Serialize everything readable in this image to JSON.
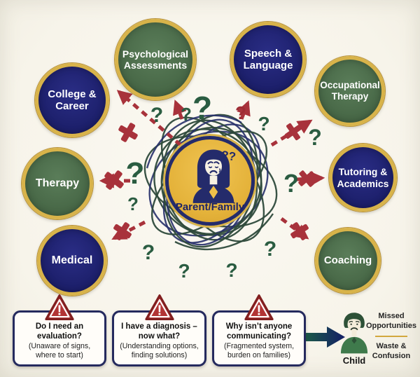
{
  "palette": {
    "background": "#f7f4ea",
    "navy_circle": "#1c1f6a",
    "green_circle": "#476746",
    "gold_ring": "#d8b34a",
    "center_gold": "#e4b23a",
    "arrow_red": "#a8323b",
    "question_green": "#2a5c41",
    "question_red": "#9e2b33",
    "box_border_navy": "#252a5e",
    "warning_red": "#b23434",
    "flow_arrow_teal": "#1c5a49",
    "flow_arrow_navy": "#131e66"
  },
  "circles": [
    {
      "id": "college-career",
      "label": "College & Career"
    },
    {
      "id": "psychological-assessments",
      "label": "Psychological Assessments"
    },
    {
      "id": "speech-language",
      "label": "Speech & Language"
    },
    {
      "id": "occupational-therapy",
      "label": "Occupational Therapy"
    },
    {
      "id": "therapy",
      "label": "Therapy"
    },
    {
      "id": "tutoring-academics",
      "label": "Tutoring & Academics"
    },
    {
      "id": "medical",
      "label": "Medical"
    },
    {
      "id": "coaching",
      "label": "Coaching"
    }
  ],
  "center": {
    "label": "Parent/Family",
    "distress": "??"
  },
  "decor": {
    "question_mark": "?",
    "exclamation": "!",
    "x_mark": "✖"
  },
  "boxes": [
    {
      "title": "Do I need an evaluation?",
      "subtitle": "(Unaware of signs, where to start)"
    },
    {
      "title": "I have a diagnosis – now what?",
      "subtitle": "(Understanding options, finding solutions)"
    },
    {
      "title": "Why isn’t anyone communicating?",
      "subtitle": "(Fragmented system, burden on families)"
    }
  ],
  "outcome": {
    "child_label": "Child",
    "line1": "Missed Opportunities",
    "line2": "Waste & Confusion"
  }
}
